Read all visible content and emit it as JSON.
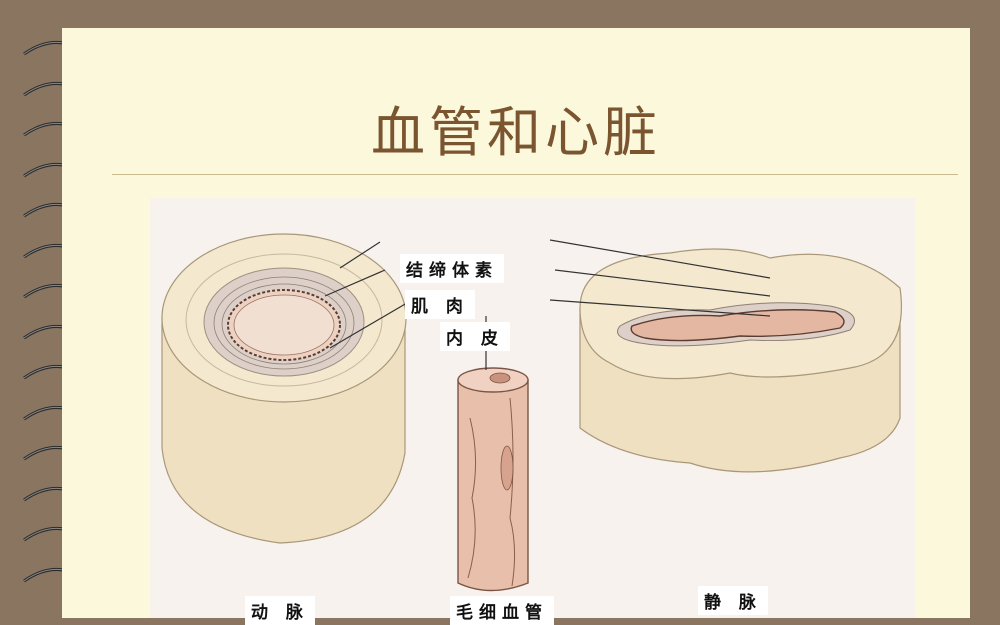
{
  "slide": {
    "title": "血管和心脏"
  },
  "diagram": {
    "labels": {
      "connective_tissue": "结缔体素",
      "muscle": "肌 肉",
      "endothelium": "内 皮",
      "artery": "动 脉",
      "capillary": "毛细血管",
      "vein": "静 脉"
    }
  },
  "colors": {
    "frame": "#8a7560",
    "page": "#fbf8dc",
    "title": "#7a5530",
    "vessel_outer": "#f1e2c4",
    "vessel_lumen": "#e2b6a0"
  },
  "icons": [
    "spiral-binding-ring"
  ]
}
